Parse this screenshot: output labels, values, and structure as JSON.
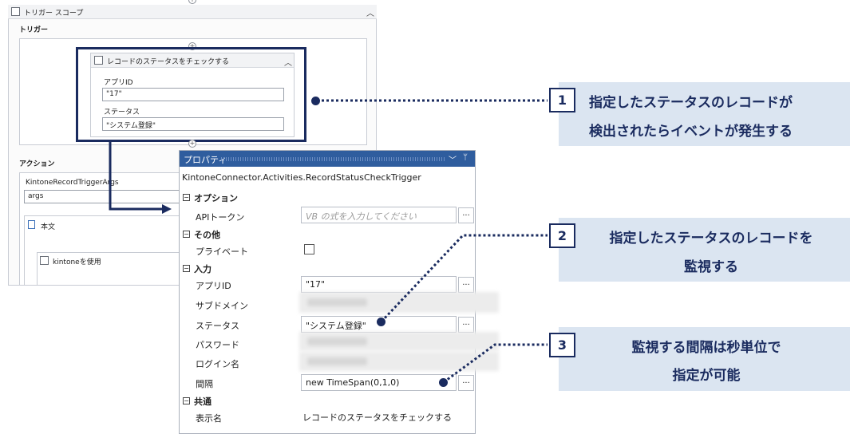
{
  "designer": {
    "scope_title": "トリガー スコープ",
    "trigger_label": "トリガー",
    "activity_title": "レコードのステータスをチェックする",
    "app_id_label": "アプリID",
    "app_id_value": "\"17\"",
    "status_label": "ステータス",
    "status_value": "\"システム登録\"",
    "action_label": "アクション",
    "args_type_label": "KintoneRecordTriggerArgs",
    "args_value": "args",
    "body_label": "本文",
    "kintone_label": "kintoneを使用"
  },
  "properties": {
    "title": "プロパティ",
    "pin_glyph": "ᛘ",
    "class_name": "KintoneConnector.Activities.RecordStatusCheckTrigger",
    "categories": {
      "options": "オプション",
      "other": "その他",
      "input": "入力",
      "common": "共通"
    },
    "rows": {
      "api_token": {
        "label": "APIトークン",
        "placeholder": "VB の式を入力してください"
      },
      "private": {
        "label": "プライベート"
      },
      "app_id": {
        "label": "アプリID",
        "value": "\"17\""
      },
      "subdomain": {
        "label": "サブドメイン"
      },
      "status": {
        "label": "ステータス",
        "value": "\"システム登録\""
      },
      "password": {
        "label": "パスワード"
      },
      "login": {
        "label": "ログイン名"
      },
      "interval": {
        "label": "間隔",
        "value": "new TimeSpan(0,1,0)"
      },
      "display_name": {
        "label": "表示名",
        "value": "レコードのステータスをチェックする"
      }
    },
    "button_glyph": "...",
    "collapse_glyph": "⊟"
  },
  "callouts": [
    {
      "number": "1",
      "line1": "指定したステータスのレコードが",
      "line2": "検出されたらイベントが発生する"
    },
    {
      "number": "2",
      "line1": "指定したステータスのレコードを",
      "line2": "監視する"
    },
    {
      "number": "3",
      "line1": "監視する間隔は秒単位で",
      "line2": "指定が可能"
    }
  ],
  "colors": {
    "accent": "#1a2b5f",
    "callout_bg": "#dbe5f1",
    "title_bar": "#2f5d9e"
  }
}
